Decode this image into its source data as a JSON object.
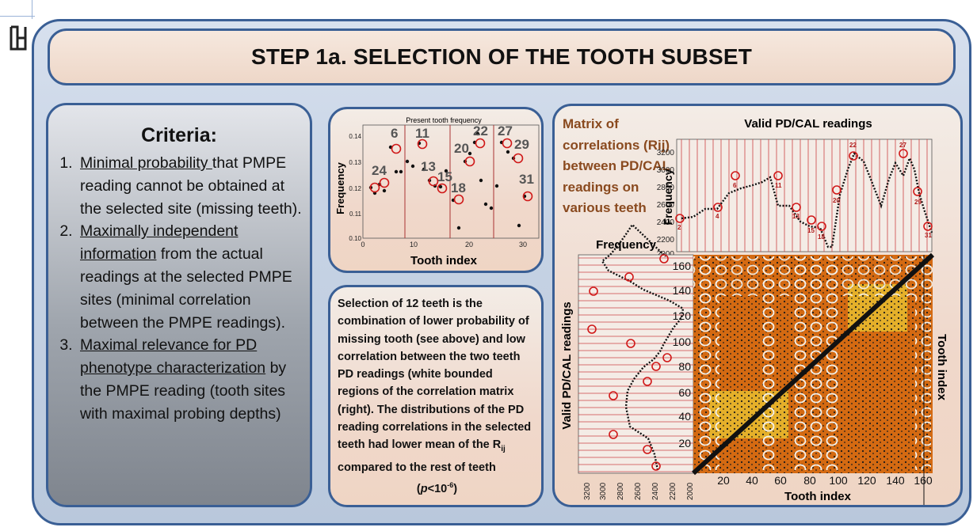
{
  "title": "STEP 1a. SELECTION OF THE TOOTH SUBSET",
  "criteria": {
    "heading": "Criteria:",
    "items": [
      {
        "underlined": "Minimal probability ",
        "text": "that PMPE reading cannot be obtained at the selected site (missing teeth)."
      },
      {
        "underlined": "Maximally independent information",
        "text": " from the actual readings at the selected PMPE sites (minimal correlation between the PMPE readings)."
      },
      {
        "underlined": "Maximal relevance for PD phenotype characterization",
        "text": " by the PMPE reading (tooth sites with maximal probing depths)"
      }
    ]
  },
  "frequency_plot": {
    "title": "Present tooth frequency",
    "xlabel": "Tooth index",
    "ylabel": "Frequency",
    "yticks": [
      "0.10",
      "0.11",
      "0.12",
      "0.13",
      "0.14"
    ],
    "xticks": [
      "0",
      "10",
      "20",
      "30"
    ],
    "tooth_labels": [
      "6",
      "11",
      "22",
      "27",
      "24",
      "13",
      "15",
      "20",
      "29",
      "18",
      "31"
    ]
  },
  "selection_text": {
    "part1": "Selection of 12 teeth is the combination of lower probability of missing tooth (see above) and low correlation between the two teeth PD readings (white bounded regions of the correlation matrix (right). The distributions of the PD reading correlations in the selected teeth had lower mean of the R",
    "sub": "ij",
    "part2": " compared to the rest of teeth",
    "pvalue_pre": "(",
    "pvalue_p": "p",
    "pvalue_mid": "<10",
    "pvalue_exp": "-6",
    "pvalue_post": ")"
  },
  "matrix_panel": {
    "description": "Matrix of correlations (Rij) between PD/CAL readings on various teeth",
    "top_title": "Valid PD/CAL readings",
    "top_ylabel": "Frequency",
    "top_yticks": [
      "3200",
      "3000",
      "2800",
      "2600",
      "2400",
      "2200",
      "2000"
    ],
    "top_tooth_labels": [
      "2",
      "4",
      "6",
      "11",
      "13",
      "15",
      "18",
      "20",
      "22",
      "27",
      "29",
      "31"
    ],
    "left_title": "Frequency",
    "left_ylabel": "Valid PD/CAL readings",
    "left_xticks": [
      "3200",
      "3000",
      "2800",
      "2600",
      "2400",
      "2200",
      "2000"
    ],
    "matrix_ticks": [
      "20",
      "40",
      "60",
      "80",
      "100",
      "120",
      "140",
      "160"
    ],
    "matrix_xlabel": "Tooth index",
    "matrix_right_label": "Tooth index"
  },
  "colors": {
    "frame_border": "#3a5f95",
    "matrix_orange": "#d46a12",
    "matrix_yellow": "#e5b02a",
    "description_text": "#8a4a1f",
    "marker_red": "#d01818"
  }
}
